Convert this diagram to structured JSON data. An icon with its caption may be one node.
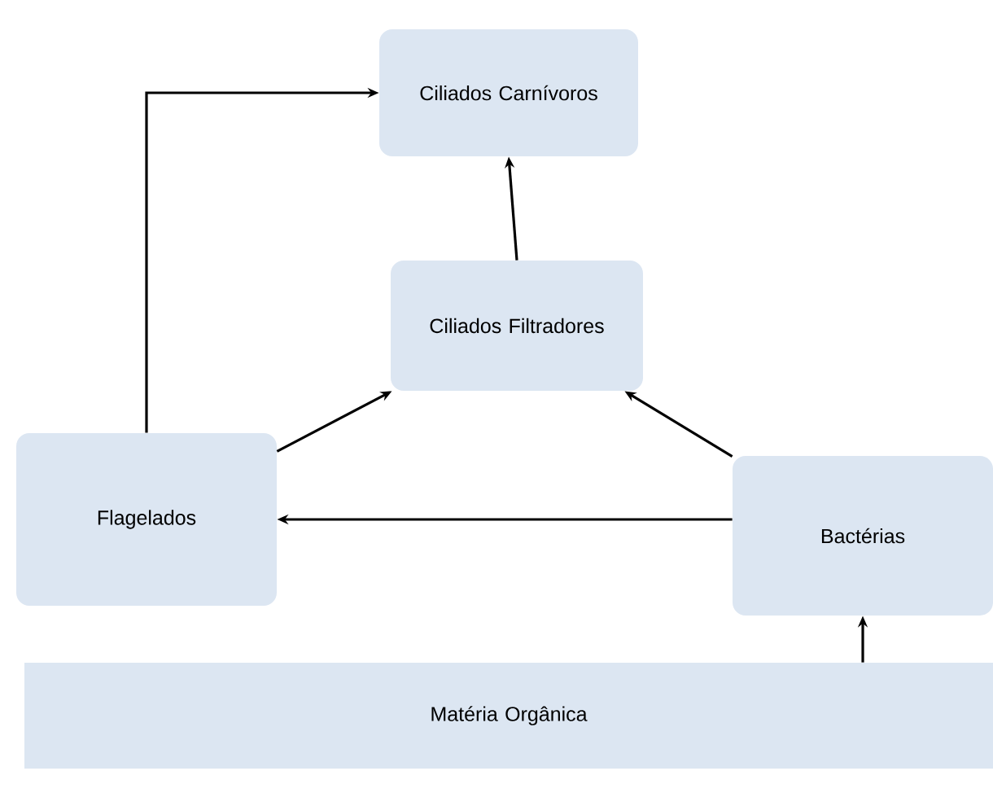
{
  "diagram": {
    "nodes": [
      {
        "text": [
          "Ciliados Carnívoros"
        ]
      },
      {
        "text": [
          "Ciliados Filtradores"
        ]
      },
      {
        "text": [
          "Flagelados"
        ]
      },
      {
        "text": [
          "Bactérias"
        ]
      },
      {
        "text": [
          "Matéria Orgânica"
        ]
      }
    ],
    "edges": [
      {
        "from": 2,
        "to": 0,
        "arrow": "to"
      },
      {
        "from": 1,
        "to": 0,
        "arrow": "to"
      },
      {
        "from": 2,
        "to": 1,
        "arrow": "to"
      },
      {
        "from": 3,
        "to": 1,
        "arrow": "to"
      },
      {
        "from": 3,
        "to": 2,
        "arrow": "to"
      },
      {
        "from": 4,
        "to": 3,
        "arrow": "to"
      }
    ]
  }
}
